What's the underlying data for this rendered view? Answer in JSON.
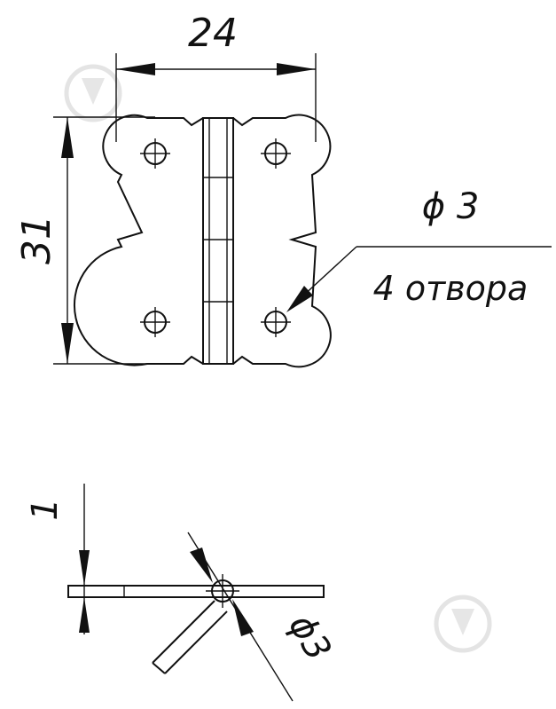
{
  "top_view": {
    "width_dim": "24",
    "height_dim": "31",
    "hole_dia": "ϕ 3",
    "hole_count": "4 отвора"
  },
  "side_view": {
    "thickness_dim": "1",
    "hole_dia": "ϕ3"
  },
  "colors": {
    "line": "#111111",
    "watermark": "#e6e6e6",
    "background": "#ffffff"
  }
}
